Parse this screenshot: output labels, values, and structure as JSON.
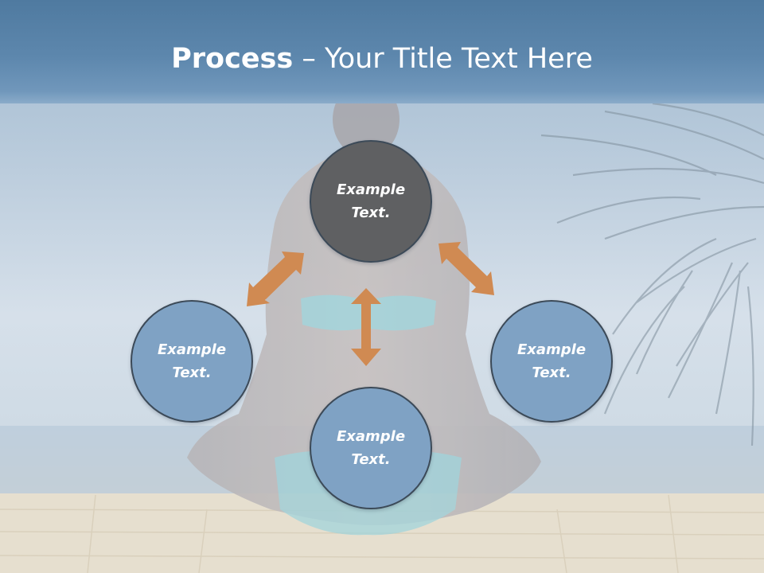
{
  "slide": {
    "title_bold": "Process",
    "title_rest": " – Your Title Text Here"
  },
  "diagram": {
    "nodes": {
      "top": "Example Text.",
      "left": "Example Text.",
      "right": "Example Text.",
      "bottom": "Example Text."
    }
  },
  "colors": {
    "title_band": "#5d87ad",
    "center_node": "#5f6062",
    "outer_node": "#7fa2c4",
    "arrow": "#d08a52"
  }
}
